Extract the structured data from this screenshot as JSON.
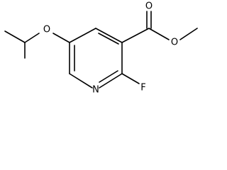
{
  "molecule": {
    "atoms": {
      "ester_carbonyl_o": "O",
      "ester_single_o": "O",
      "ether_o": "O",
      "ring_n": "N",
      "fluorine": "F"
    }
  },
  "colors": {
    "bond": "#000000",
    "label": "#000000",
    "background": "#ffffff"
  }
}
